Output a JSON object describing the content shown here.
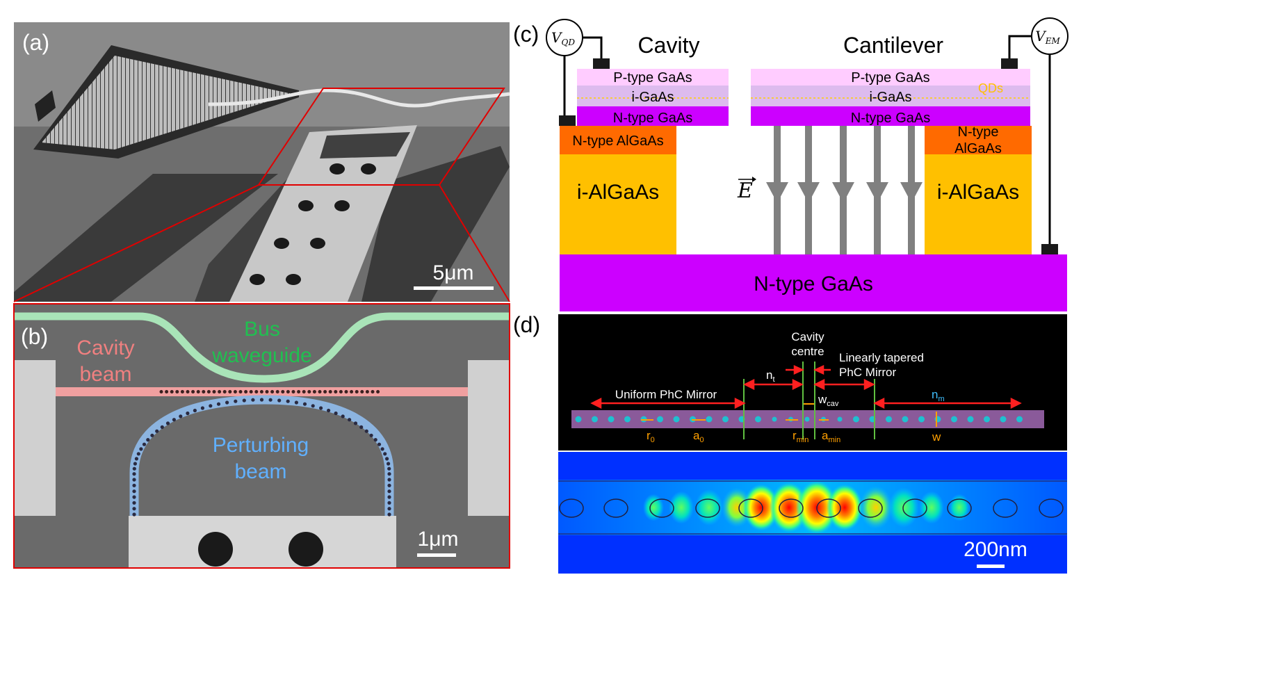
{
  "panel_labels": {
    "a": "(a)",
    "b": "(b)",
    "c": "(c)",
    "d": "(d)"
  },
  "panel_a": {
    "scale_bar": "5μm"
  },
  "panel_b": {
    "scale_bar": "1μm",
    "cavity_beam": [
      "Cavity",
      "beam"
    ],
    "bus_waveguide": [
      "Bus",
      "waveguide"
    ],
    "perturbing_beam": [
      "Perturbing",
      "beam"
    ]
  },
  "panel_c": {
    "cavity_title": "Cavity",
    "cantilever_title": "Cantilever",
    "v_qd": {
      "base": "V",
      "sub": "QD"
    },
    "v_em": {
      "base": "V",
      "sub": "EM"
    },
    "p_type": "P-type GaAs",
    "i_gaas": "i-GaAs",
    "n_type_gaas": "N-type GaAs",
    "qds": "QDs",
    "n_algaas_left": "N-type AlGaAs",
    "n_algaas_right": [
      "N-type",
      "AlGaAs"
    ],
    "i_algaas": "i-AlGaAs",
    "substrate": "N-type GaAs",
    "efield": "E",
    "colors": {
      "p_type": "#ffccff",
      "i_gaas": "#ddbbee",
      "n_gaas": "#cc00ff",
      "n_algaas": "#ff6a00",
      "i_algaas": "#ffc000",
      "arrows": "#808080",
      "qds_line": "#ffd000"
    }
  },
  "panel_d": {
    "cavity_centre": [
      "Cavity",
      "centre"
    ],
    "tapered_mirror": [
      "Linearly tapered",
      "PhC Mirror"
    ],
    "uniform_mirror": "Uniform PhC Mirror",
    "n_t": {
      "base": "n",
      "sub": "t"
    },
    "n_m": {
      "base": "n",
      "sub": "m"
    },
    "w_cav": {
      "base": "w",
      "sub": "cav"
    },
    "r_0": {
      "base": "r",
      "sub": "0"
    },
    "a_0": {
      "base": "a",
      "sub": "0"
    },
    "r_min": {
      "base": "r",
      "sub": "min"
    },
    "a_min": {
      "base": "a",
      "sub": "min"
    },
    "w": "w",
    "scale_bar": "200nm"
  }
}
